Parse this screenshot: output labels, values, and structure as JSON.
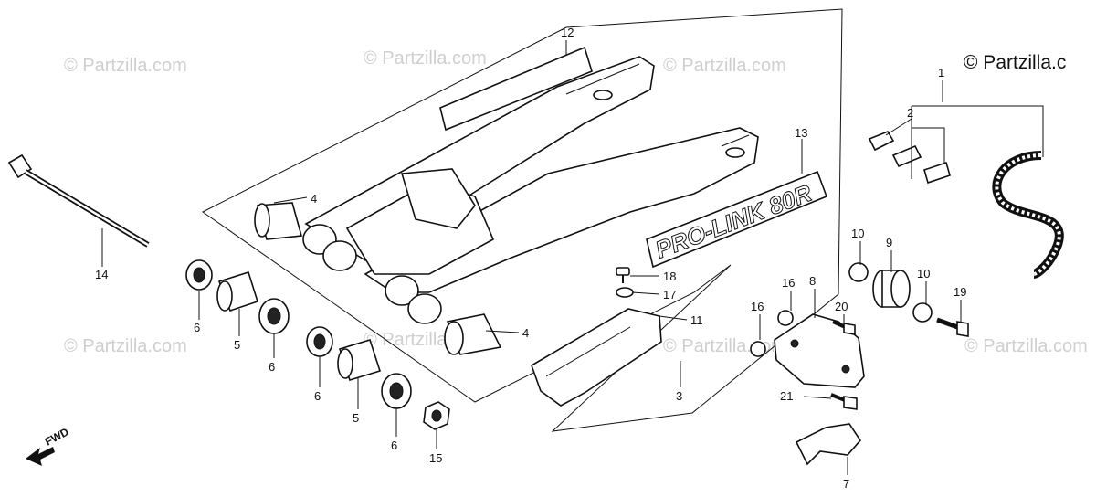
{
  "copyright": "© Partzilla.c",
  "watermark": "© Partzilla.com",
  "fwd_label": "FWD",
  "decal_text": "PRO-LINK 80R",
  "callouts": {
    "c1": "1",
    "c2": "2",
    "c3": "3",
    "c4a": "4",
    "c4b": "4",
    "c5a": "5",
    "c5b": "5",
    "c6a": "6",
    "c6b": "6",
    "c6c": "6",
    "c6d": "6",
    "c7": "7",
    "c8": "8",
    "c9": "9",
    "c10a": "10",
    "c10b": "10",
    "c11": "11",
    "c12": "12",
    "c13": "13",
    "c14": "14",
    "c15": "15",
    "c16a": "16",
    "c16b": "16",
    "c17": "17",
    "c18": "18",
    "c19": "19",
    "c20": "20",
    "c21": "21"
  }
}
